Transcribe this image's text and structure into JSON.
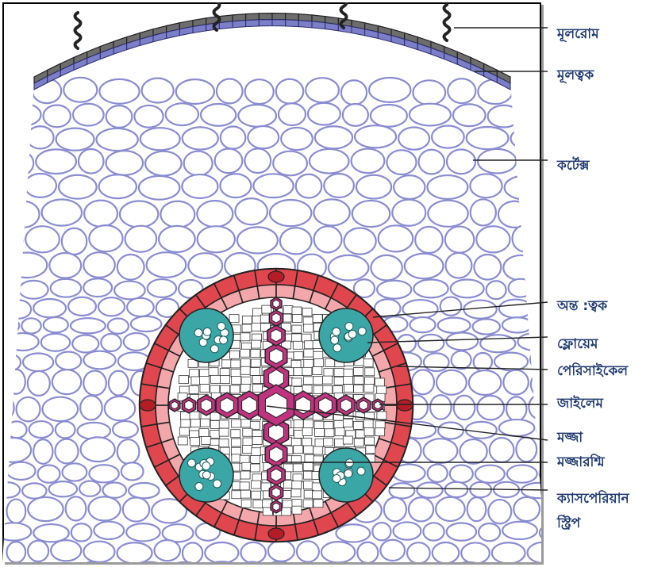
{
  "labels": {
    "root_hair": "মূলরোম",
    "epiblema": "মূলত্বক",
    "cortex": "কর্টেক্স",
    "endodermis": "অন্ত :ত্বক",
    "phloem": "ফ্লোয়েম",
    "pericycle": "পেরিসাইকেল",
    "xylem": "জাইলেম",
    "pith": "মজ্জা",
    "medullary_ray": "মজ্জারশ্মি",
    "casparian_strip_line1": "ক্যাসপেরিয়ান",
    "casparian_strip_line2": "স্ট্রিপ"
  },
  "colors": {
    "cortex_cell": "#8a8cd0",
    "epidermis_gray": "#6d6d6d",
    "epidermis_blue": "#7b7fc8",
    "endodermis_red": "#e0464e",
    "pericycle_pink": "#f4a7ab",
    "phloem_teal": "#3aa6a6",
    "xylem_magenta": "#c0337f",
    "label_text": "#1f3a6e"
  }
}
